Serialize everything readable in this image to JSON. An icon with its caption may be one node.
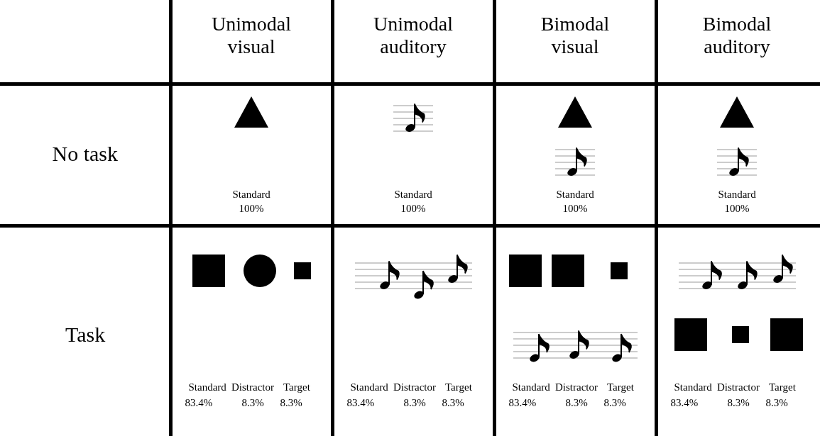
{
  "diagram": {
    "labels": [
      "Unimodal visual",
      "Unimodal auditory",
      "Bimodal visual",
      "Bimodal auditory",
      "No task",
      "Standard",
      "100%",
      "Standard",
      "100%",
      "Standard",
      "100%",
      "Standard",
      "100%",
      "Task",
      "Standard",
      "Distractor",
      "Target",
      "83.4%",
      "8.3%",
      "8.3%",
      "Standard",
      "Distractor",
      "Target",
      "83.4%",
      "8.3%",
      "8.3%",
      "Standard",
      "Distractor",
      "Target",
      "83.4%",
      "8.3%",
      "8.3%",
      "Standard",
      "Distractor",
      "Target",
      "83.4%",
      "8.3%",
      "8.3%"
    ]
  }
}
